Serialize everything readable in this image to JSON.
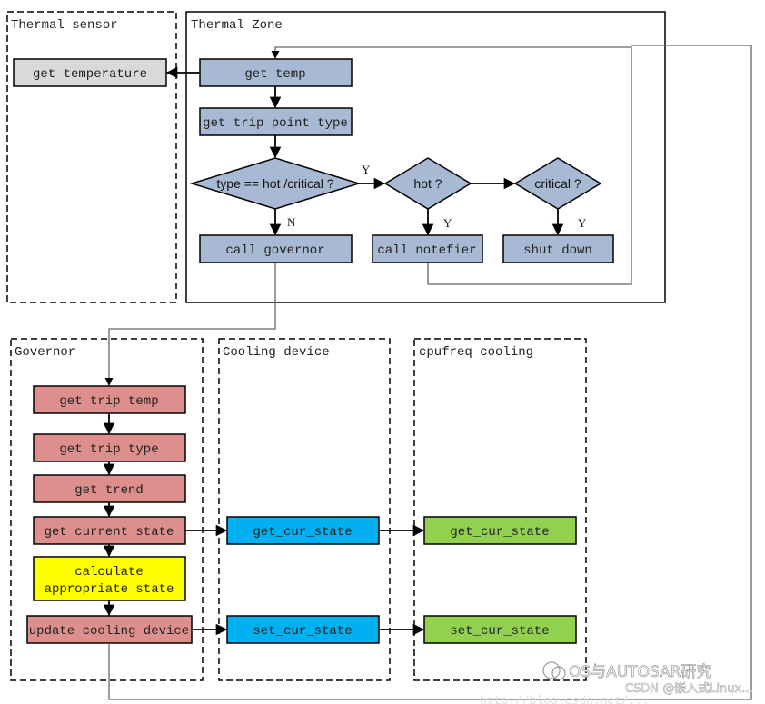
{
  "containers": {
    "thermal_sensor": "Thermal sensor",
    "thermal_zone": "Thermal Zone",
    "governor": "Governor",
    "cooling_device": "Cooling device",
    "cpufreq_cooling": "cpufreq cooling"
  },
  "nodes": {
    "get_temperature": "get temperature",
    "get_temp": "get temp",
    "get_trip_point_type": "get trip point type",
    "type_check": "type == hot /critical ?",
    "hot_check": "hot ?",
    "critical_check": "critical ?",
    "call_governor": "call governor",
    "call_notifier": "call notefier",
    "shut_down": "shut down",
    "get_trip_temp": "get trip temp",
    "get_trip_type": "get trip type",
    "get_trend": "get trend",
    "get_current_state": "get current state",
    "calculate_line1": "calculate",
    "calculate_line2": "appropriate state",
    "update_cooling_device": "update cooling device",
    "cd_get_cur_state": "get_cur_state",
    "cd_set_cur_state": "set_cur_state",
    "cf_get_cur_state": "get_cur_state",
    "cf_set_cur_state": "set_cur_state"
  },
  "edge_labels": {
    "type_yes": "Y",
    "type_no": "N",
    "hot_yes": "Y",
    "critical_yes": "Y"
  },
  "watermark": {
    "brand": "OS与AUTOSAR研究",
    "sub": "CSDN @嵌入式Linux...",
    "url": "http://blog.csdn.net/..."
  },
  "colors": {
    "gray": "#d9d9d9",
    "blue_gray": "#a8b9d3",
    "rose": "#dc8f8c",
    "yellow": "#ffff00",
    "cyan": "#00b0f0",
    "green": "#92d050"
  }
}
